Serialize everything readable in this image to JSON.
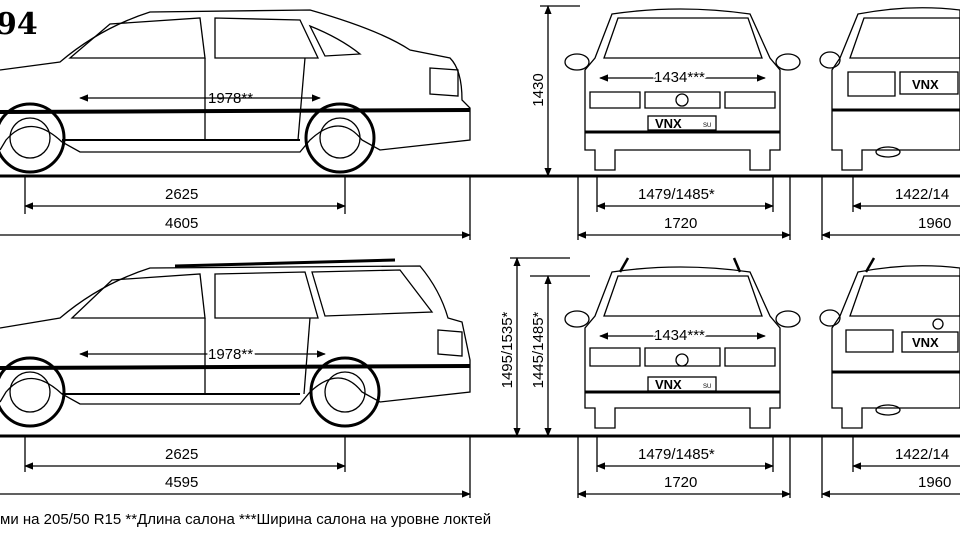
{
  "corner_label": "94",
  "sedan": {
    "interior_length": "1978**",
    "wheelbase": "2625",
    "length": "4605",
    "height": "1430",
    "front_interior_width": "1434***",
    "front_track": "1479/1485*",
    "width": "1720",
    "rear_track": "1422/14",
    "width_mirrors": "1960",
    "front_plate": "VNX",
    "rear_plate": "VNX",
    "plate_badge": "SU"
  },
  "wagon": {
    "interior_length": "1978**",
    "wheelbase": "2625",
    "length": "4595",
    "height_rails": "1495/1535*",
    "height": "1445/1485*",
    "front_interior_width": "1434***",
    "front_track": "1479/1485*",
    "width": "1720",
    "rear_track": "1422/14",
    "width_mirrors": "1960",
    "front_plate": "VNX",
    "rear_plate": "VNX",
    "plate_badge": "SU"
  },
  "footnote": "ми на 205/50 R15  **Длина салона  ***Ширина салона на уровне локтей"
}
